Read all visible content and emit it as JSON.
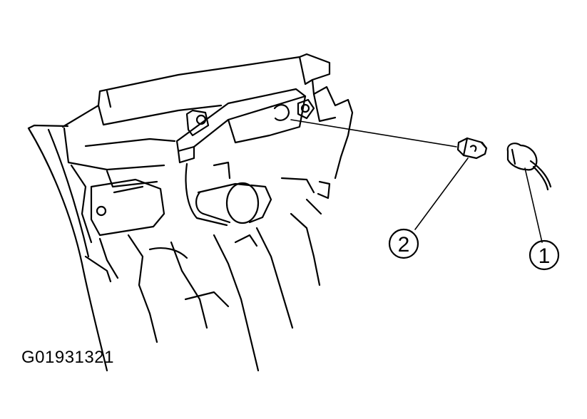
{
  "figure": {
    "id": "G01931321"
  },
  "callouts": [
    {
      "number": "1"
    },
    {
      "number": "2"
    }
  ],
  "colors": {
    "line": "#000000",
    "background": "#ffffff"
  }
}
